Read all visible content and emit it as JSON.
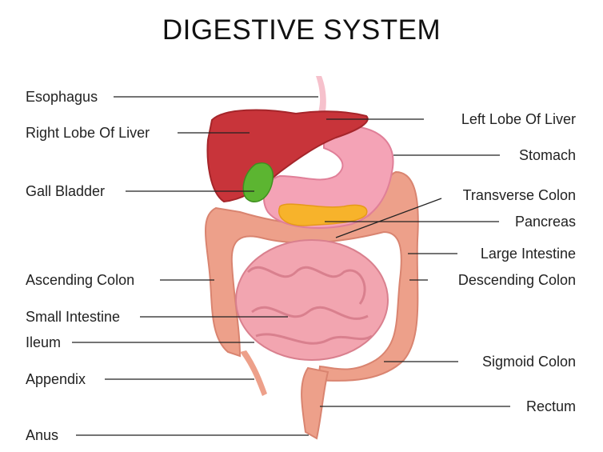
{
  "title": "DIGESTIVE SYSTEM",
  "labels_left": {
    "esophagus": "Esophagus",
    "right_lobe_liver": "Right Lobe Of Liver",
    "gall_bladder": "Gall Bladder",
    "ascending_colon": "Ascending Colon",
    "small_intestine": "Small Intestine",
    "ileum": "Ileum",
    "appendix": "Appendix",
    "anus": "Anus"
  },
  "labels_right": {
    "left_lobe_liver": "Left Lobe Of Liver",
    "stomach": "Stomach",
    "transverse_colon": "Transverse Colon",
    "pancreas": "Pancreas",
    "large_intestine": "Large Intestine",
    "descending_colon": "Descending Colon",
    "sigmoid_colon": "Sigmoid Colon",
    "rectum": "Rectum"
  },
  "colors": {
    "liver": "#c8343a",
    "stomach": "#f4a3b6",
    "gall": "#5cb531",
    "pancreas": "#f7b32b",
    "colon": "#eda08a",
    "intestine": "#f2a5b0"
  }
}
